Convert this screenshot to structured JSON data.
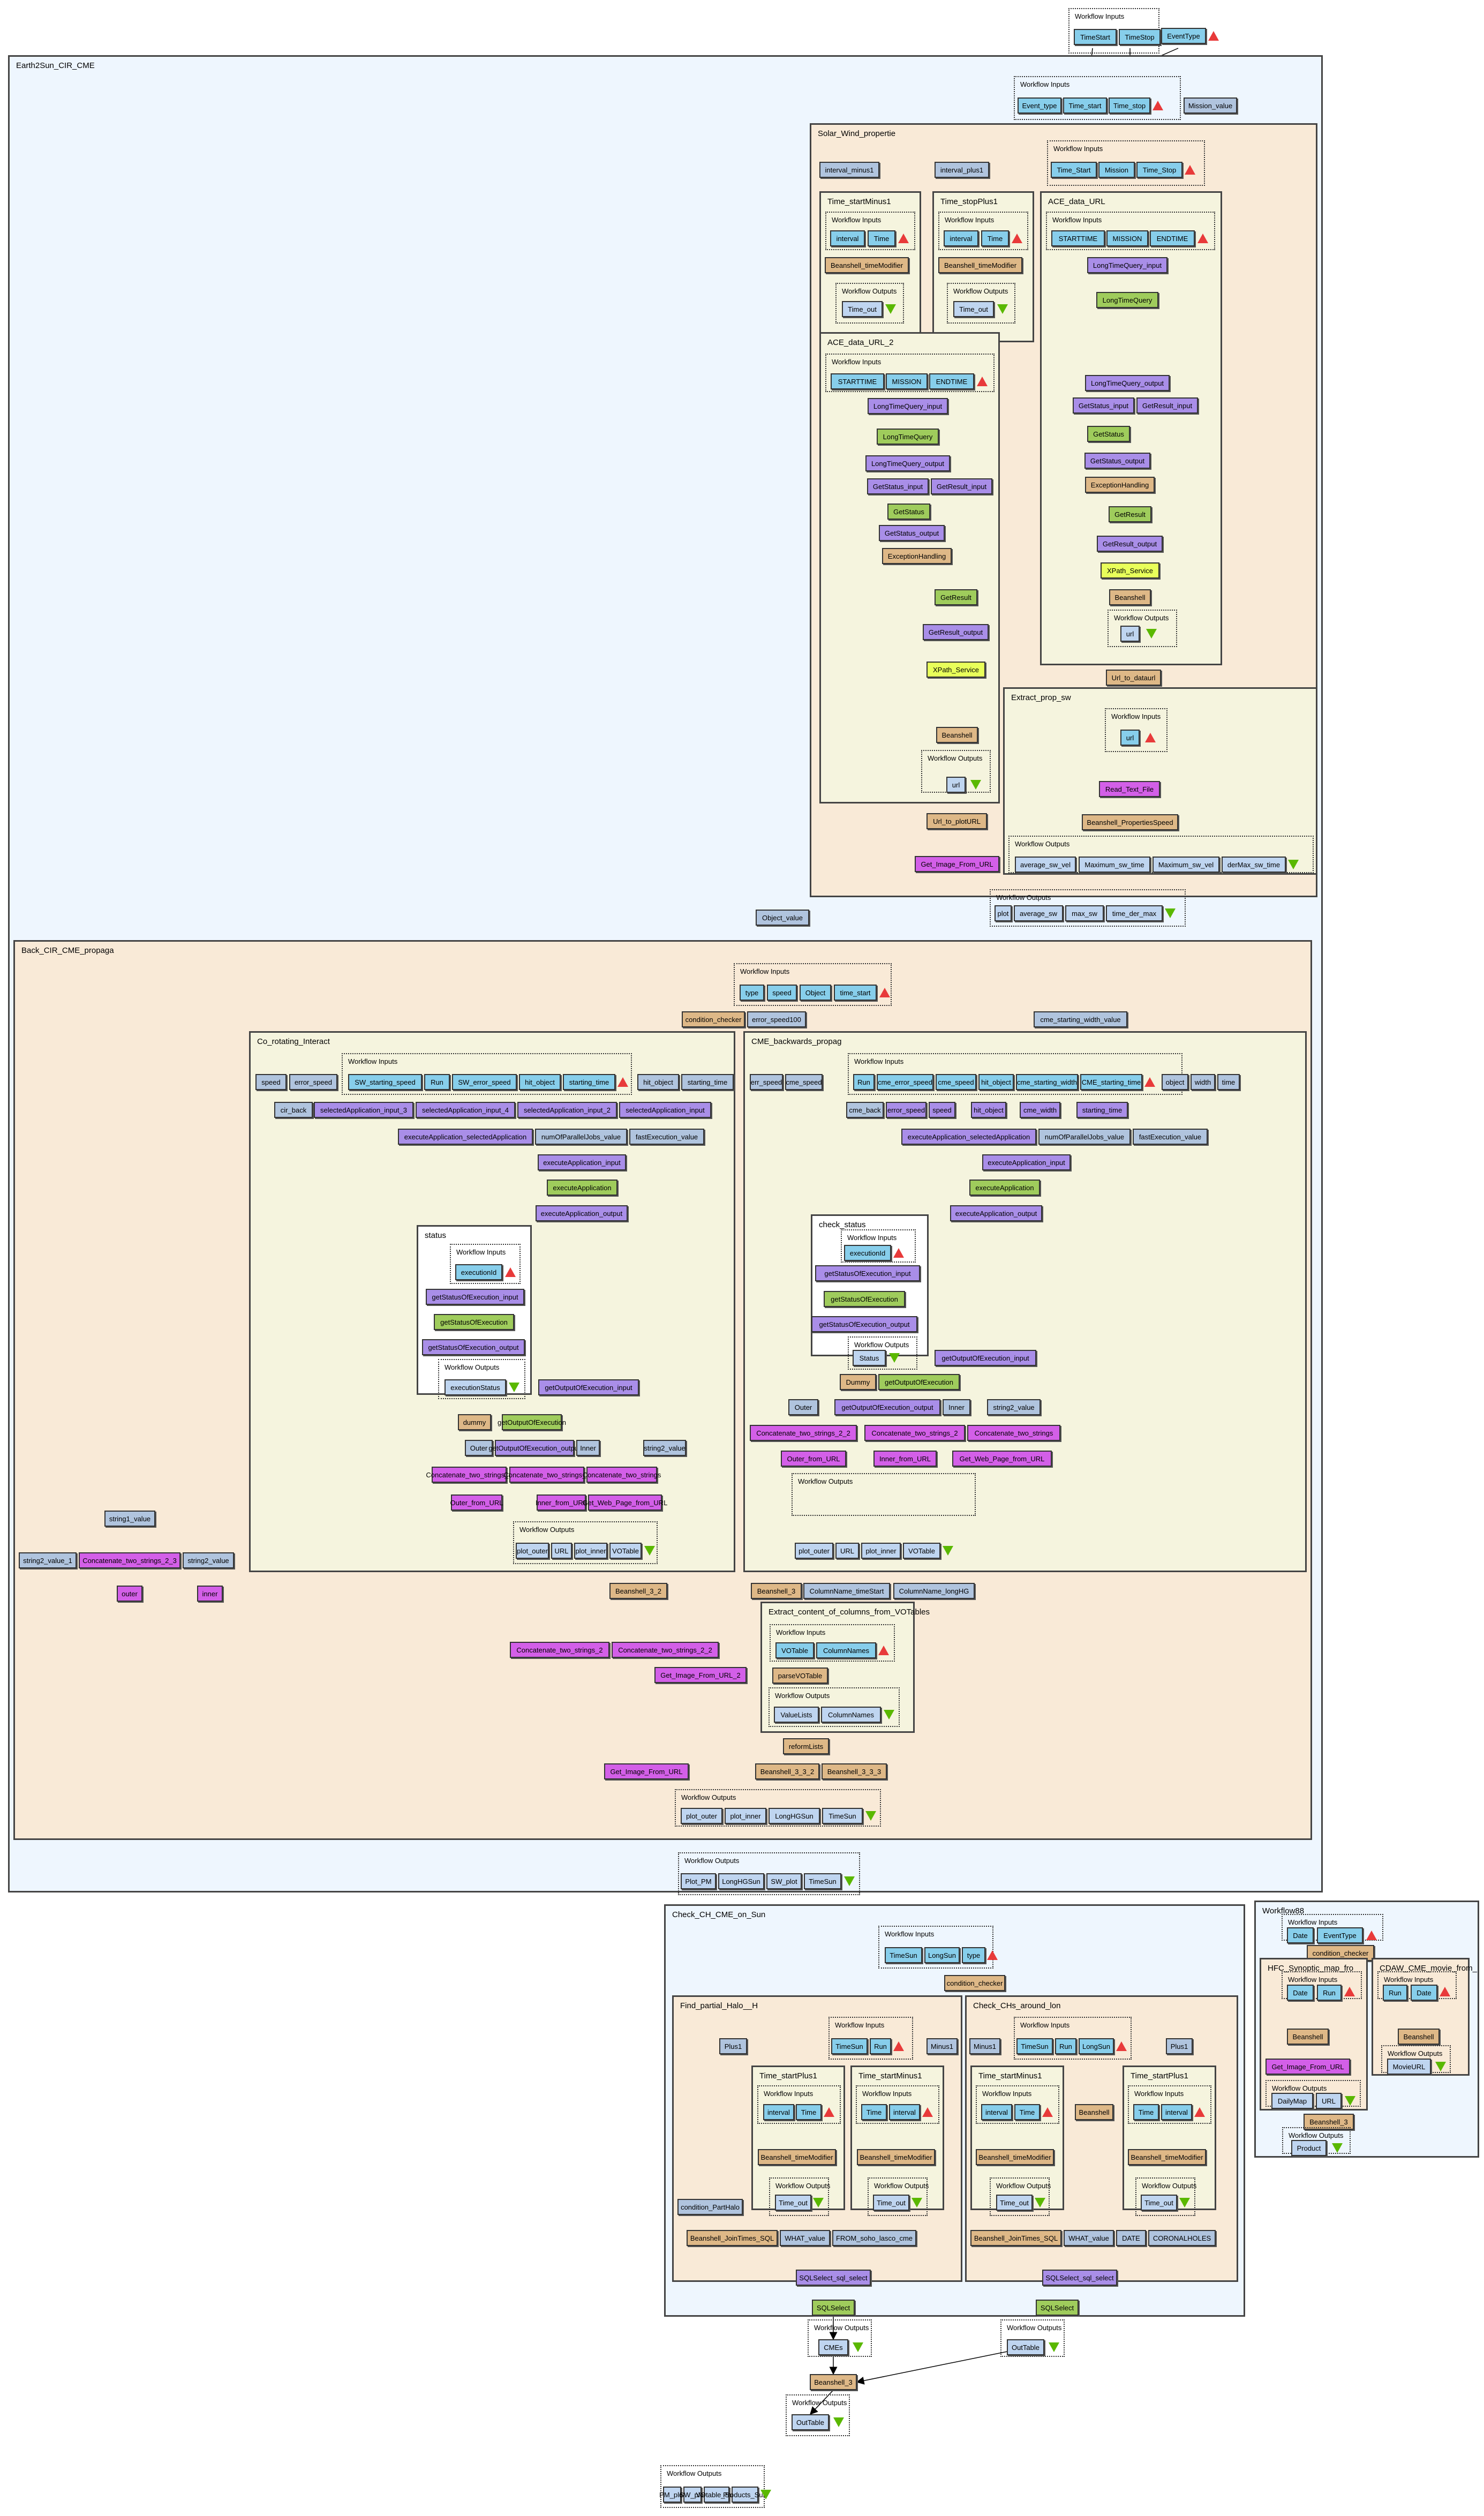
{
  "title": "Taverna workflow diagram",
  "common": {
    "wf_inputs": "Workflow Inputs",
    "wf_outputs": "Workflow Outputs"
  },
  "top_inputs": [
    "TimeStart",
    "TimeStop",
    "EventType"
  ],
  "earth_sun": {
    "title": "Earth2Sun_CIR_CME",
    "inputs": [
      "Event_type",
      "Time_start",
      "Time_stop"
    ],
    "mission_value": "Mission_value",
    "object_value": "Object_value",
    "outputs": [
      "Plot_PM",
      "LongHGSun",
      "SW_plot",
      "TimeSun"
    ],
    "solar_wind": {
      "title": "Solar_Wind_propertie",
      "inputs": [
        "Time_Start",
        "Mission",
        "Time_Stop"
      ],
      "interval_minus1": "interval_minus1",
      "interval_plus1": "interval_plus1",
      "time_start_minus1": {
        "title": "Time_startMinus1",
        "inputs": [
          "interval",
          "Time"
        ],
        "proc": "Beanshell_timeModifier",
        "output": "Time_out"
      },
      "time_stop_plus1": {
        "title": "Time_stopPlus1",
        "inputs": [
          "interval",
          "Time"
        ],
        "proc": "Beanshell_timeModifier",
        "output": "Time_out"
      },
      "ace_data_url": {
        "title": "ACE_data_URL",
        "inputs": [
          "STARTTIME",
          "MISSION",
          "ENDTIME"
        ],
        "nodes": [
          "LongTimeQuery_input",
          "LongTimeQuery",
          "LongTimeQuery_output",
          "GetStatus_input",
          "GetResult_input",
          "GetStatus",
          "GetStatus_output",
          "ExceptionHandling",
          "GetResult",
          "GetResult_output",
          "XPath_Service",
          "Beanshell"
        ],
        "output": "url"
      },
      "ace_data_url_2": {
        "title": "ACE_data_URL_2",
        "inputs": [
          "STARTTIME",
          "MISSION",
          "ENDTIME"
        ],
        "nodes": [
          "LongTimeQuery_input",
          "LongTimeQuery",
          "LongTimeQuery_output",
          "GetStatus_input",
          "GetResult_input",
          "GetStatus",
          "GetStatus_output",
          "ExceptionHandling",
          "GetResult",
          "GetResult_output",
          "XPath_Service",
          "Beanshell"
        ],
        "output": "url"
      },
      "url_to_dataurl": "Url_to_dataurl",
      "url_to_ploturl": "Url_to_plotURL",
      "get_image": "Get_Image_From_URL",
      "extract_prop": {
        "title": "Extract_prop_sw",
        "input": "url",
        "read": "Read_Text_File",
        "bean": "Beanshell_PropertiesSpeed",
        "outputs": [
          "average_sw_vel",
          "Maximum_sw_time",
          "Maximum_sw_vel",
          "derMax_sw_time"
        ]
      },
      "outputs": [
        "plot",
        "average_sw",
        "max_sw",
        "time_der_max"
      ]
    },
    "back_cir": {
      "title": "Back_CIR_CME_propaga",
      "inputs": [
        "type",
        "speed",
        "Object",
        "time_start"
      ],
      "condition_checker": "condition_checker",
      "error_speed100": "error_speed100",
      "cme_starting_width_value": "cme_starting_width_value",
      "co_rotating": {
        "title": "Co_rotating_Interact",
        "consts_left": [
          "speed",
          "error_speed"
        ],
        "inputs": [
          "SW_starting_speed",
          "Run",
          "SW_error_speed",
          "hit_object",
          "starting_time"
        ],
        "consts_right": [
          "hit_object",
          "starting_time"
        ],
        "cir_back": "cir_back",
        "sel_inputs": [
          "selectedApplication_input_3",
          "selectedApplication_input_4",
          "selectedApplication_input_2",
          "selectedApplication_input"
        ],
        "exec_sel": "executeApplication_selectedApplication",
        "num_parallel": "numOfParallelJobs_value",
        "fast_exec": "fastExecution_value",
        "exec_input": "executeApplication_input",
        "exec": "executeApplication",
        "exec_output": "executeApplication_output",
        "status": {
          "title": "status",
          "input": "executionId",
          "nodes": [
            "getStatusOfExecution_input",
            "getStatusOfExecution",
            "getStatusOfExecution_output"
          ],
          "output": "executionStatus"
        },
        "dummy": "dummy",
        "get_out_input": "getOutputOfExecution_input",
        "get_out": "getOutputOfExecution",
        "outer": "Outer",
        "get_out_output": "getOutputOfExecution_output",
        "inner": "Inner",
        "string2": "string2_value",
        "concat": [
          "Concatenate_two_strings_3",
          "Concatenate_two_strings_2",
          "Concatenate_two_strings"
        ],
        "from_url": [
          "Outer_from_URL",
          "Inner_from_URL",
          "Get_Web_Page_from_URL"
        ],
        "outputs": [
          "plot_outer",
          "URL",
          "plot_inner",
          "VOTable"
        ]
      },
      "cme_backwards": {
        "title": "CME_backwards_propag",
        "consts_left": [
          "err_speed",
          "cme_speed"
        ],
        "inputs": [
          "Run",
          "cme_error_speed",
          "cme_speed",
          "hit_object",
          "cme_starting_width",
          "CME_starting_time"
        ],
        "consts_right": [
          "object",
          "width",
          "time"
        ],
        "row2": [
          "cme_back",
          "error_speed",
          "speed",
          "hit_object",
          "cme_width",
          "starting_time"
        ],
        "exec_sel": "executeApplication_selectedApplication",
        "num_parallel": "numOfParallelJobs_value",
        "fast_exec": "fastExecution_value",
        "exec_input": "executeApplication_input",
        "exec": "executeApplication",
        "exec_output": "executeApplication_output",
        "status": {
          "title": "check_status",
          "input": "executionId",
          "nodes": [
            "getStatusOfExecution_input",
            "getStatusOfExecution",
            "getStatusOfExecution_output"
          ],
          "output": "Status"
        },
        "dummy": "Dummy",
        "get_out_input": "getOutputOfExecution_input",
        "get_out": "getOutputOfExecution",
        "outer": "Outer",
        "get_out_output": "getOutputOfExecution_output",
        "inner": "Inner",
        "string2": "string2_value",
        "concat": [
          "Concatenate_two_strings_2_2",
          "Concatenate_two_strings_2",
          "Concatenate_two_strings"
        ],
        "from_url": [
          "Outer_from_URL",
          "Inner_from_URL",
          "Get_Web_Page_from_URL"
        ],
        "outputs": [
          "plot_outer",
          "URL",
          "plot_inner",
          "VOTable"
        ]
      },
      "string1_value": "string1_value",
      "string2_value_1": "string2_value_1",
      "concat_2_3": "Concatenate_two_strings_2_3",
      "string2_value": "string2_value",
      "outer": "outer",
      "inner": "inner",
      "beanshell_3_2": "Beanshell_3_2",
      "beanshell_3": "Beanshell_3",
      "colname_timestart": "ColumnName_timeStart",
      "colname_longhg": "ColumnName_longHG",
      "extract_cols": {
        "title": "Extract_content_of_columns_from_VOTables",
        "inputs": [
          "VOTable",
          "ColumnNames"
        ],
        "proc": "parseVOTable",
        "outputs": [
          "ValueLists",
          "ColumnNames"
        ]
      },
      "reform": "reformLists",
      "concat_2": "Concatenate_two_strings_2",
      "concat_2_2": "Concatenate_two_strings_2_2",
      "get_image_2": "Get_Image_From_URL_2",
      "get_image": "Get_Image_From_URL",
      "bean_332": "Beanshell_3_3_2",
      "bean_333": "Beanshell_3_3_3",
      "outputs": [
        "plot_outer",
        "plot_inner",
        "LongHGSun",
        "TimeSun"
      ]
    }
  },
  "check_ch": {
    "title": "Check_CH_CME_on_Sun",
    "inputs": [
      "TimeSun",
      "LongSun",
      "type"
    ],
    "condition_checker": "condition_checker",
    "find_halo": {
      "title": "Find_partial_Halo__H",
      "plus1": "Plus1",
      "inputs": [
        "TimeSun",
        "Run"
      ],
      "minus1": "Minus1",
      "tsp1": {
        "title": "Time_startPlus1",
        "inputs": [
          "interval",
          "Time"
        ],
        "proc": "Beanshell_timeModifier",
        "output": "Time_out"
      },
      "tsm1": {
        "title": "Time_startMinus1",
        "inputs": [
          "Time",
          "interval"
        ],
        "proc": "Beanshell_timeModifier",
        "output": "Time_out"
      },
      "cond": "condition_PartHalo",
      "join": "Beanshell_JoinTimes_SQL",
      "what": "WHAT_value",
      "from": "FROM_soho_lasco_cme",
      "sqlsel": "SQLSelect_sql_select",
      "sql": "SQLSelect",
      "output": "CMEs"
    },
    "check_chs": {
      "title": "Check_CHs_around_lon",
      "minus1": "Minus1",
      "inputs": [
        "TimeSun",
        "Run",
        "LongSun"
      ],
      "plus1": "Plus1",
      "tsm1": {
        "title": "Time_startMinus1",
        "inputs": [
          "interval",
          "Time"
        ],
        "proc": "Beanshell_timeModifier",
        "output": "Time_out"
      },
      "beanshell": "Beanshell",
      "tsp1": {
        "title": "Time_startPlus1",
        "inputs": [
          "Time",
          "interval"
        ],
        "proc": "Beanshell_timeModifier",
        "output": "Time_out"
      },
      "join": "Beanshell_JoinTimes_SQL",
      "what": "WHAT_value",
      "date": "DATE",
      "coronal": "CORONALHOLES",
      "sqlsel": "SQLSelect_sql_select",
      "sql": "SQLSelect",
      "output": "OutTable"
    },
    "beanshell_3": "Beanshell_3",
    "output": "OutTable"
  },
  "workflow88": {
    "title": "Workflow88",
    "inputs": [
      "Date",
      "EventType"
    ],
    "condition_checker": "condition_checker",
    "hfc": {
      "title": "HFC_Synoptic_map_fro",
      "inputs": [
        "Date",
        "Run"
      ],
      "bean": "Beanshell",
      "get_image": "Get_Image_From_URL",
      "outputs": [
        "DailyMap",
        "URL"
      ]
    },
    "cdaw": {
      "title": "CDAW_CME_movie_from_",
      "inputs": [
        "Run",
        "Date"
      ],
      "bean": "Beanshell",
      "output": "MovieURL"
    },
    "beanshell_3": "Beanshell_3",
    "output": "Product"
  },
  "final_outputs": [
    "PM_plot",
    "SW_plot",
    "VOtable_Sun",
    "Products_Sun"
  ]
}
